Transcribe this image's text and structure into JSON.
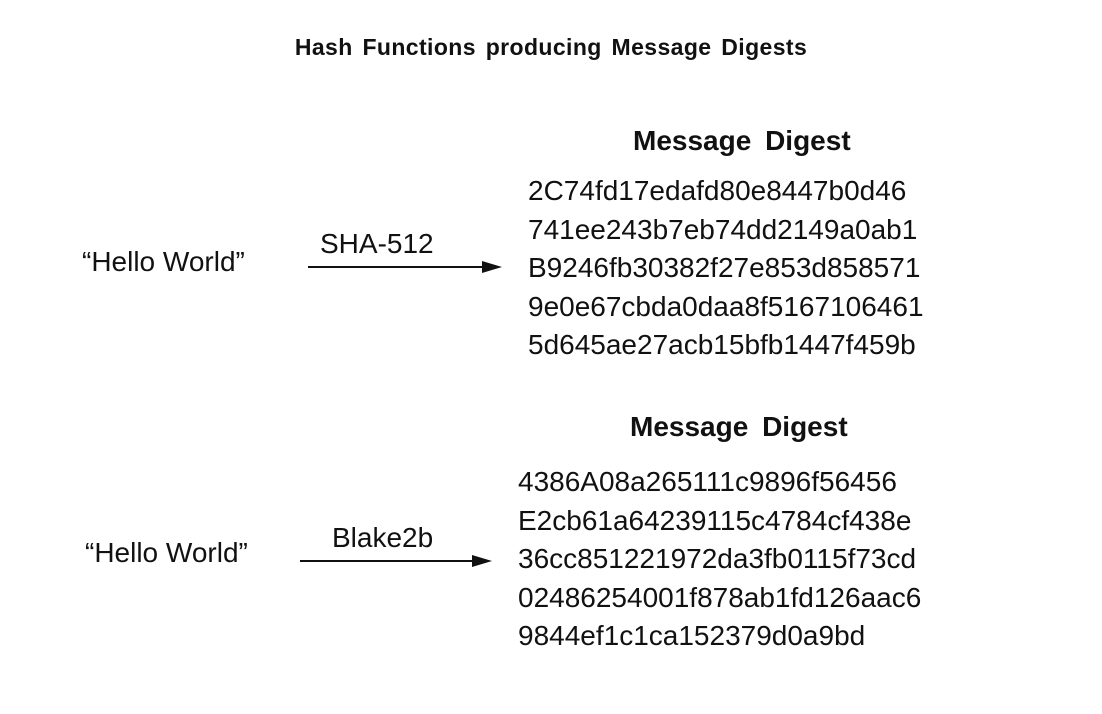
{
  "diagram": {
    "title": "Hash Functions producing Message Digests",
    "examples": [
      {
        "input": "“Hello World”",
        "algorithm": "SHA-512",
        "digest_heading": "Message Digest",
        "digest_lines": [
          "2C74fd17edafd80e8447b0d46",
          "741ee243b7eb74dd2149a0ab1",
          "B9246fb30382f27e853d858571",
          "9e0e67cbda0daa8f5167106461",
          "5d645ae27acb15bfb1447f459b"
        ]
      },
      {
        "input": "“Hello World”",
        "algorithm": "Blake2b",
        "digest_heading": "Message Digest",
        "digest_lines": [
          "4386A08a265111c9896f56456",
          "E2cb61a64239115c4784cf438e",
          "36cc851221972da3fb0115f73cd",
          "02486254001f878ab1fd126aac6",
          "9844ef1c1ca152379d0a9bd"
        ]
      }
    ]
  }
}
